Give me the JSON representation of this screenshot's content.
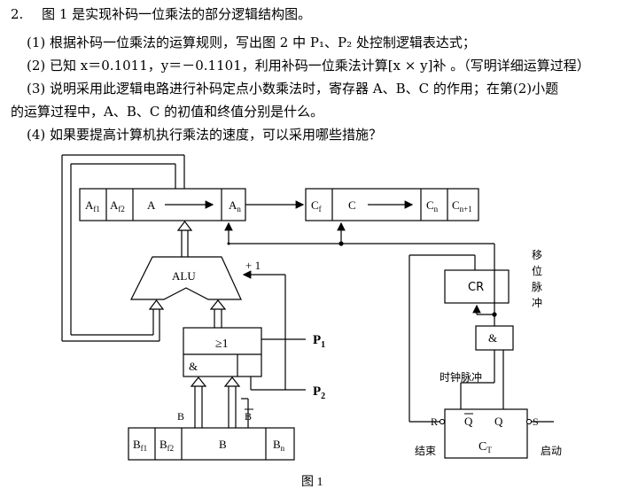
{
  "question": {
    "number": "2.",
    "intro": "图 1 是实现补码一位乘法的部分逻辑结构图。",
    "items": [
      {
        "num": "(1)",
        "text": "根据补码一位乘法的运算规则，写出图 2 中 P₁、P₂ 处控制逻辑表达式；"
      },
      {
        "num": "(2)",
        "text": "已知 x＝0.1011，y＝－0.1101，利用补码一位乘法计算[x × y]补 。（写明详细运算过程）"
      },
      {
        "num": "(3)",
        "text": "说明采用此逻辑电路进行补码定点小数乘法时，寄存器 A、B、C 的作用；在第(2)小题"
      },
      {
        "num": "",
        "text": "的运算过程中，A、B、C 的初值和终值分别是什么。"
      },
      {
        "num": "(4)",
        "text": "如果要提高计算机执行乘法的速度，可以采用哪些措施？"
      }
    ]
  },
  "diagram": {
    "caption": "图 1",
    "reg_a": {
      "cells": [
        "Af1",
        "Af2",
        "A",
        "An"
      ]
    },
    "reg_c": {
      "cells": [
        "Cf",
        "C",
        "Cn",
        "Cn+1"
      ]
    },
    "reg_b": {
      "cells": [
        "Bf1",
        "Bf2",
        "B",
        "Bn"
      ]
    },
    "alu_label": "ALU",
    "plus_one": "+ 1",
    "or_gate": "≥1",
    "and_gate": "&",
    "p1": "P1",
    "p2": "P2",
    "b_label": "B",
    "b_bar_label": "B",
    "cr_label": "CR",
    "and2_label": "&",
    "shift_pulse": "移位脉冲",
    "clock_pulse": "时钟脉冲",
    "ct_label": "CT",
    "ct_r": "R",
    "ct_q_bar": "Q",
    "ct_q": "Q",
    "ct_s": "S",
    "end_label": "结束",
    "start_label": "启动"
  }
}
